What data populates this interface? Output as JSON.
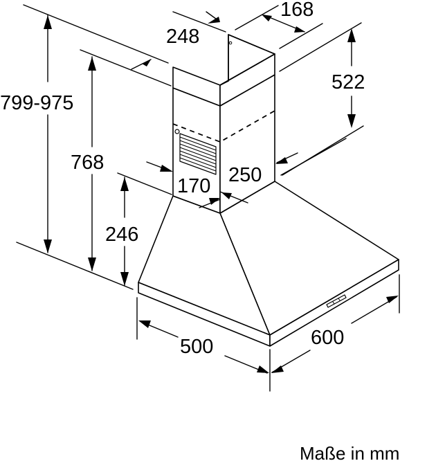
{
  "diagram": {
    "title": "Range hood dimensional drawing",
    "units_note": "Maße in mm",
    "colors": {
      "line": "#000000",
      "background": "#ffffff"
    },
    "dimensions": {
      "total_height_range": "799-975",
      "min_height": "768",
      "canopy_height": "246",
      "chimney_upper_height": "522",
      "chimney_top_depth": "248",
      "chimney_top_width": "168",
      "chimney_lower_depth": "170",
      "chimney_lower_width": "250",
      "canopy_depth": "500",
      "canopy_width": "600"
    },
    "parts": [
      {
        "name": "upper-chimney",
        "label": "Upper chimney section"
      },
      {
        "name": "lower-chimney",
        "label": "Lower chimney section with vent grille"
      },
      {
        "name": "canopy",
        "label": "Pyramid canopy"
      },
      {
        "name": "control-panel",
        "label": "Control buttons"
      }
    ]
  }
}
